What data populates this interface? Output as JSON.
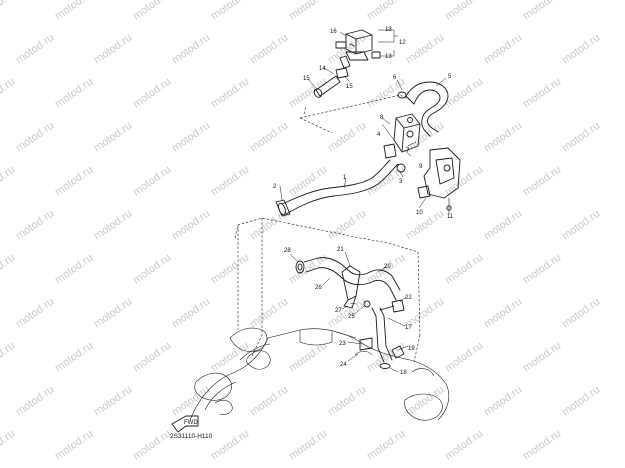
{
  "watermark": "motod.ru",
  "drawing_code": "2S31110-H110",
  "front_arrow_label": "FWD",
  "callouts": [
    "1",
    "2",
    "3",
    "4",
    "5",
    "6",
    "7",
    "8",
    "9",
    "10",
    "11",
    "12",
    "13",
    "14",
    "15",
    "16",
    "17",
    "18",
    "19",
    "20",
    "21",
    "22",
    "23",
    "24",
    "25",
    "26",
    "27",
    "28"
  ]
}
